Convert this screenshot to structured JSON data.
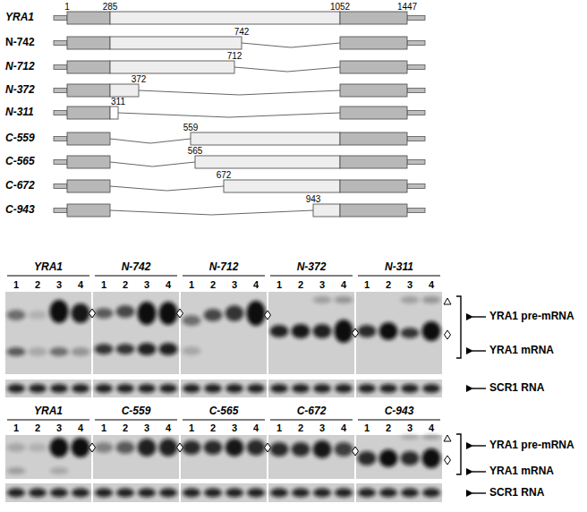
{
  "diagram": {
    "labels": [
      "1",
      "285",
      "1052",
      "1447",
      "YRA1",
      "N-742",
      "742",
      "N-712",
      "712",
      "N-372",
      "372",
      "N-311",
      "311",
      "C-559",
      "559",
      "C-565",
      "565",
      "C-672",
      "672",
      "C-943",
      "943",
      "YRA1",
      "1",
      "2",
      "3",
      "4",
      "N-742",
      "1",
      "2",
      "3",
      "4",
      "N-712",
      "1",
      "2",
      "3",
      "4",
      "N-372",
      "1",
      "2",
      "3",
      "4",
      "N-311",
      "1",
      "2",
      "3",
      "4",
      "YRA1 pre-mRNA",
      "YRA1 mRNA",
      "SCR1 RNA",
      "YRA1",
      "1",
      "2",
      "3",
      "4",
      "C-559",
      "1",
      "2",
      "3",
      "4",
      "C-565",
      "1",
      "2",
      "3",
      "4",
      "C-672",
      "1",
      "2",
      "3",
      "4",
      "C-943",
      "1",
      "2",
      "3",
      "4",
      "YRA1 pre-mRNA",
      "YRA1 mRNA",
      "SCR1 RNA"
    ]
  }
}
